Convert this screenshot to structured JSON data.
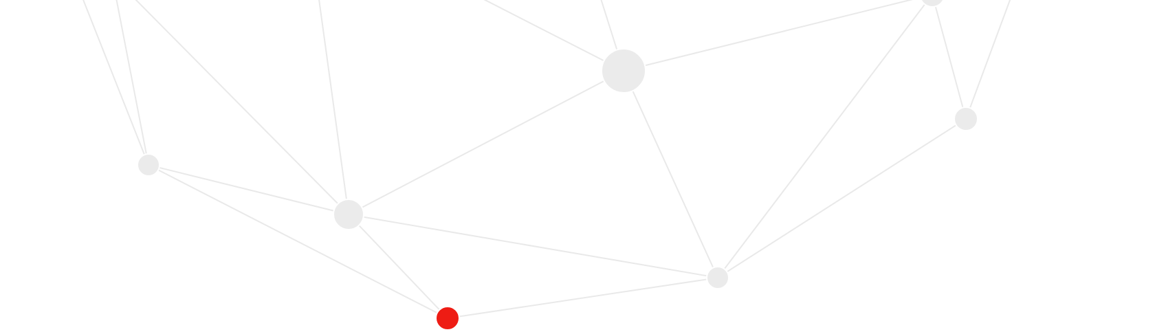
{
  "palette": {
    "background": "#ffffff",
    "edge": "#e9e9e9",
    "node_default": "#ebebeb",
    "node_highlight": "#ee1c14"
  },
  "nodes": [
    {
      "id": "n-left-top-a",
      "tone": "node_default"
    },
    {
      "id": "n-left-top-b",
      "tone": "node_default"
    },
    {
      "id": "n-left-top-c",
      "tone": "node_default"
    },
    {
      "id": "n-left-top-d",
      "tone": "node_default"
    },
    {
      "id": "n-top-mid-a",
      "tone": "node_default"
    },
    {
      "id": "n-top-mid-b",
      "tone": "node_default"
    },
    {
      "id": "n-top-right",
      "tone": "node_default"
    },
    {
      "id": "n-top-far-right",
      "tone": "node_default"
    },
    {
      "id": "n-left",
      "tone": "node_default"
    },
    {
      "id": "n-center-left",
      "tone": "node_default"
    },
    {
      "id": "n-hub",
      "tone": "node_default"
    },
    {
      "id": "n-right",
      "tone": "node_default"
    },
    {
      "id": "n-bottom-right",
      "tone": "node_default"
    },
    {
      "id": "n-active",
      "tone": "node_highlight"
    }
  ],
  "edges": [
    [
      "n-left-top-a",
      "n-left"
    ],
    [
      "n-left-top-b",
      "n-left"
    ],
    [
      "n-left-top-c",
      "n-center-left"
    ],
    [
      "n-left-top-d",
      "n-center-left"
    ],
    [
      "n-top-mid-a",
      "n-hub"
    ],
    [
      "n-top-mid-b",
      "n-hub"
    ],
    [
      "n-top-right",
      "n-hub"
    ],
    [
      "n-top-right",
      "n-bottom-right"
    ],
    [
      "n-top-right",
      "n-right"
    ],
    [
      "n-top-far-right",
      "n-right"
    ],
    [
      "n-left",
      "n-center-left"
    ],
    [
      "n-left",
      "n-active"
    ],
    [
      "n-center-left",
      "n-hub"
    ],
    [
      "n-center-left",
      "n-bottom-right"
    ],
    [
      "n-center-left",
      "n-active"
    ],
    [
      "n-hub",
      "n-bottom-right"
    ],
    [
      "n-bottom-right",
      "n-right"
    ],
    [
      "n-bottom-right",
      "n-active"
    ]
  ]
}
